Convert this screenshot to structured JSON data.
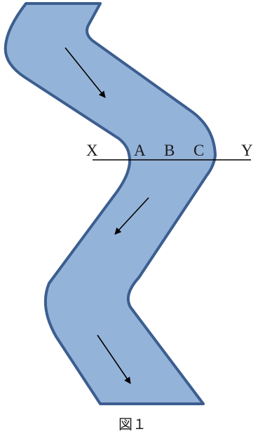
{
  "figure": {
    "caption": "図１",
    "cross_section_labels": {
      "left_end": "X",
      "point_a": "A",
      "point_b": "B",
      "point_c": "C",
      "right_end": "Y"
    },
    "colors": {
      "river_fill": "#94b3d9",
      "river_outline": "#3c5e8f",
      "arrow": "#000000",
      "section_line": "#000000"
    }
  }
}
